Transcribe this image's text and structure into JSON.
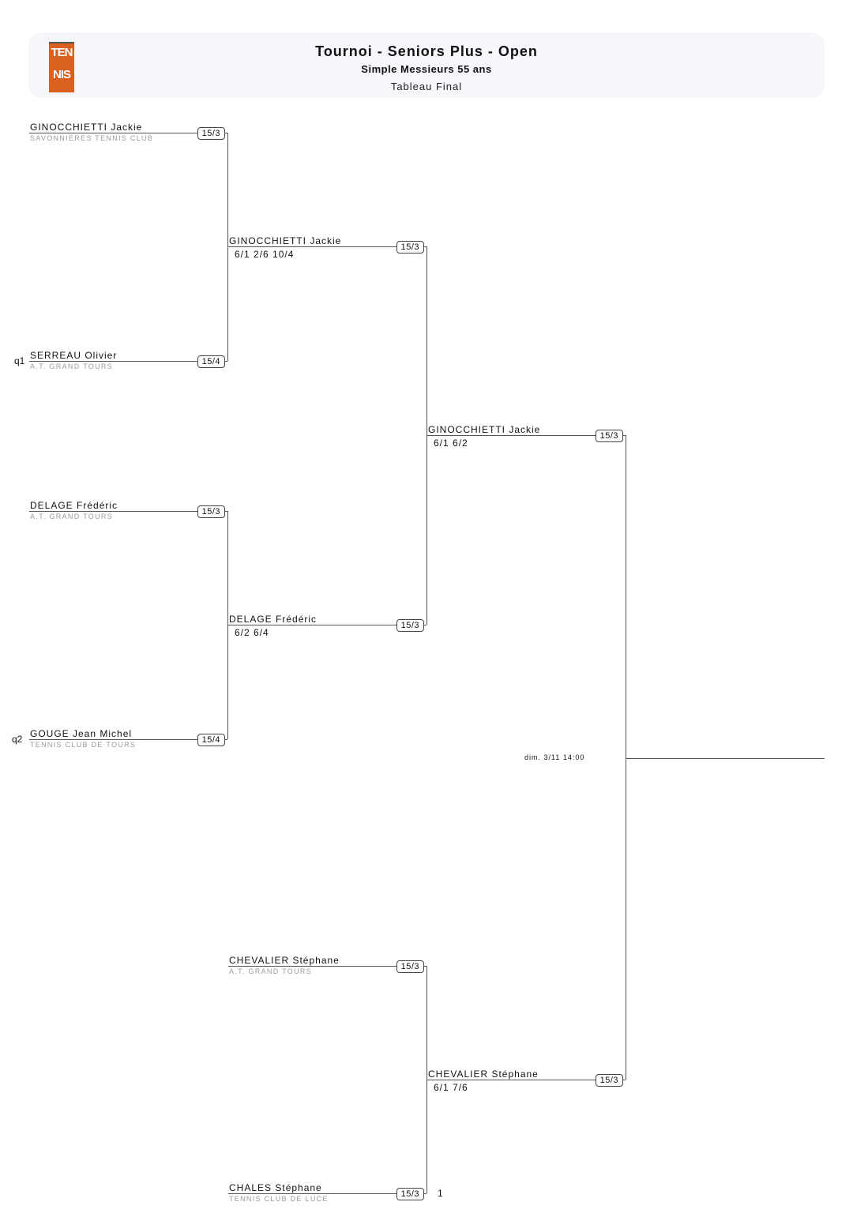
{
  "header": {
    "logo_text": "TENNIS",
    "logo_top": "TEN",
    "logo_bottom": "NIS",
    "title": "Tournoi - Seniors Plus - Open",
    "subtitle": "Simple Messieurs 55 ans",
    "draw": "Tableau Final"
  },
  "round1": [
    {
      "name": "GINOCCHIETTI Jackie",
      "club": "SAVONNIERES TENNIS CLUB",
      "rank": "15/3",
      "seed": ""
    },
    {
      "name": "SERREAU Olivier",
      "club": "A.T. GRAND TOURS",
      "rank": "15/4",
      "seed": "q1"
    },
    {
      "name": "DELAGE Frédéric",
      "club": "A.T. GRAND TOURS",
      "rank": "15/3",
      "seed": ""
    },
    {
      "name": "GOUGE Jean Michel",
      "club": "TENNIS CLUB DE TOURS",
      "rank": "15/4",
      "seed": "q2"
    }
  ],
  "round2": [
    {
      "name": "GINOCCHIETTI Jackie",
      "score": "6/1 2/6 10/4",
      "rank": "15/3"
    },
    {
      "name": "DELAGE Frédéric",
      "score": "6/2 6/4",
      "rank": "15/3"
    },
    {
      "name": "CHEVALIER Stéphane",
      "club": "A.T. GRAND TOURS",
      "rank": "15/3"
    },
    {
      "name": "CHALES Stéphane",
      "club": "TENNIS CLUB DE LUCE",
      "rank": "15/3",
      "seed": "1"
    }
  ],
  "round3": [
    {
      "name": "GINOCCHIETTI Jackie",
      "score": "6/1 6/2",
      "rank": "15/3"
    },
    {
      "name": "CHEVALIER Stéphane",
      "score": "6/1 7/6",
      "rank": "15/3"
    }
  ],
  "final": {
    "schedule": "dim. 3/11 14:00"
  }
}
